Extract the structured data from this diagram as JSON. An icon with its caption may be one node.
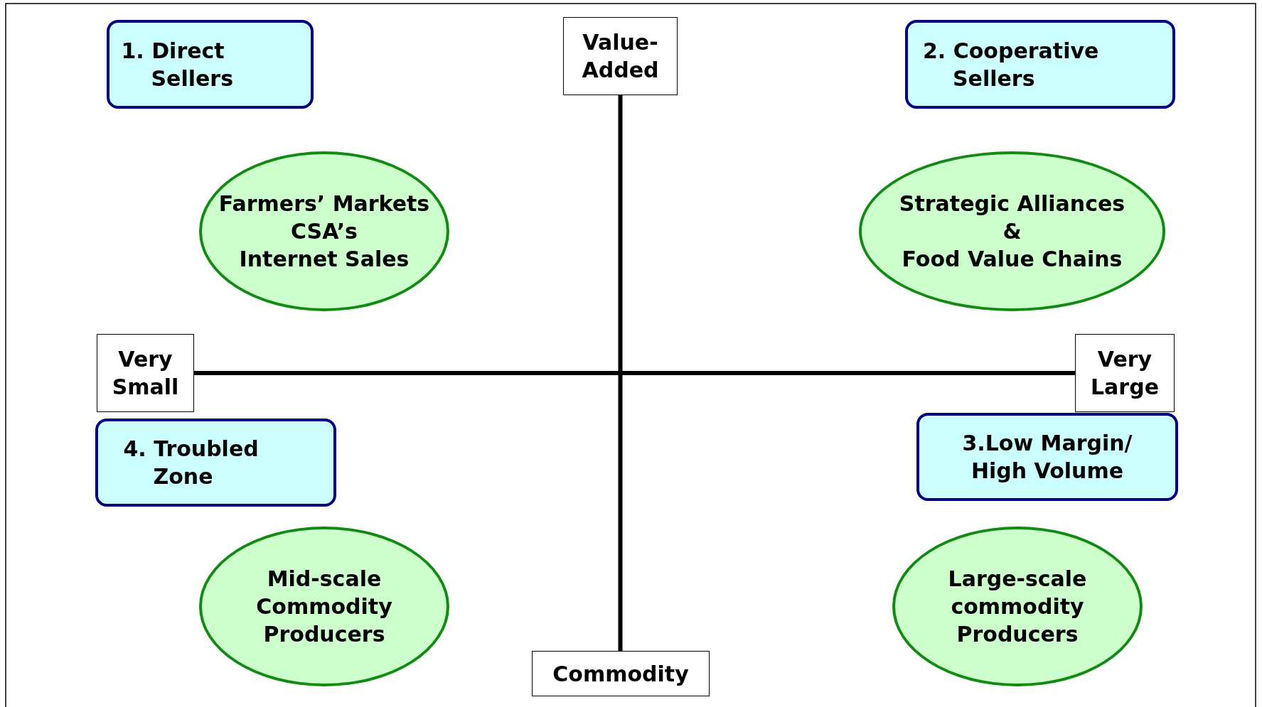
{
  "diagram": {
    "nodes": [
      {
        "text": [
          "1. Direct Sellers"
        ]
      },
      {
        "text": [
          "Value-Added"
        ]
      },
      {
        "text": [
          "2. Cooperative Sellers"
        ]
      },
      {
        "text": [
          "Farmers’ Markets",
          "CSA’s",
          "Internet Sales"
        ]
      },
      {
        "text": [
          "Strategic Alliances",
          "&",
          "Food Value Chains"
        ]
      },
      {
        "text": [
          "Very Small"
        ]
      },
      {
        "text": [
          "Very Large"
        ]
      },
      {
        "text": [
          "4. Troubled Zone"
        ]
      },
      {
        "text": [
          "3.Low Margin/ High Volume"
        ]
      },
      {
        "text": [
          "Mid-scale Commodity Producers"
        ]
      },
      {
        "text": [
          "Large-scale commodity Producers"
        ]
      },
      {
        "text": [
          "Commodity"
        ]
      }
    ],
    "edges": [
      {
        "from": 1,
        "to": 11,
        "arrow": "none"
      },
      {
        "from": 5,
        "to": 6,
        "arrow": "none"
      }
    ]
  }
}
